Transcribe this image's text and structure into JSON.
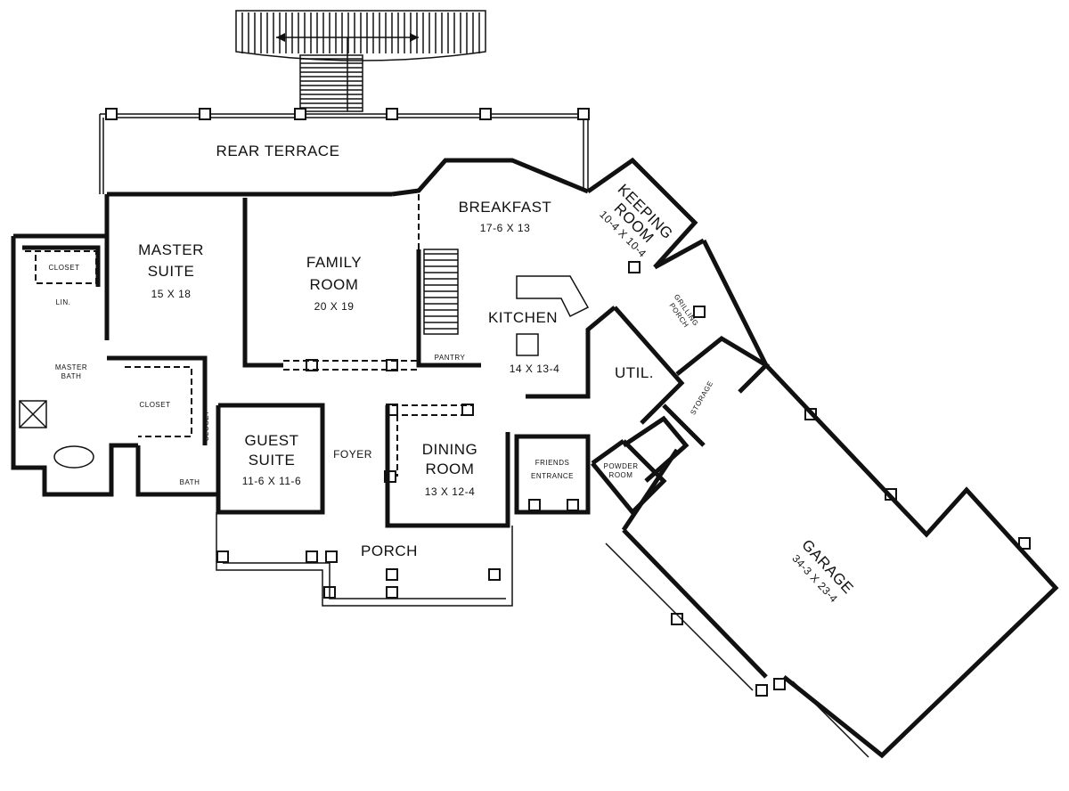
{
  "plan": {
    "rooms": {
      "rear_terrace": {
        "name": "REAR TERRACE"
      },
      "breakfast": {
        "name": "BREAKFAST",
        "size": "17-6 X 13"
      },
      "keeping_room": {
        "name1": "KEEPING",
        "name2": "ROOM",
        "size": "10-4 X 10-4"
      },
      "master_suite": {
        "name1": "MASTER",
        "name2": "SUITE",
        "size": "15 X 18"
      },
      "family_room": {
        "name1": "FAMILY",
        "name2": "ROOM",
        "size": "20 X 19"
      },
      "kitchen": {
        "name": "KITCHEN",
        "size": "14 X 13-4"
      },
      "pantry": {
        "name": "PANTRY"
      },
      "util": {
        "name": "UTIL."
      },
      "grilling_porch": {
        "name1": "GRILLING",
        "name2": "PORCH"
      },
      "storage": {
        "name": "STORAGE"
      },
      "closet_top": {
        "name": "CLOSET"
      },
      "lin": {
        "name": "LIN."
      },
      "master_bath": {
        "name1": "MASTER",
        "name2": "BATH"
      },
      "closet_mid": {
        "name": "CLOSET"
      },
      "closet_small": {
        "name": "CLOSET"
      },
      "bath": {
        "name": "BATH"
      },
      "guest_suite": {
        "name1": "GUEST",
        "name2": "SUITE",
        "size": "11-6 X 11-6"
      },
      "foyer": {
        "name": "FOYER"
      },
      "dining_room": {
        "name1": "DINING",
        "name2": "ROOM",
        "size": "13 X 12-4"
      },
      "friends_entrance": {
        "name1": "FRIENDS",
        "name2": "ENTRANCE"
      },
      "powder_room": {
        "name1": "POWDER",
        "name2": "ROOM"
      },
      "porch": {
        "name": "PORCH"
      },
      "garage": {
        "name": "GARAGE",
        "size": "34-3 X 23-4"
      }
    }
  }
}
